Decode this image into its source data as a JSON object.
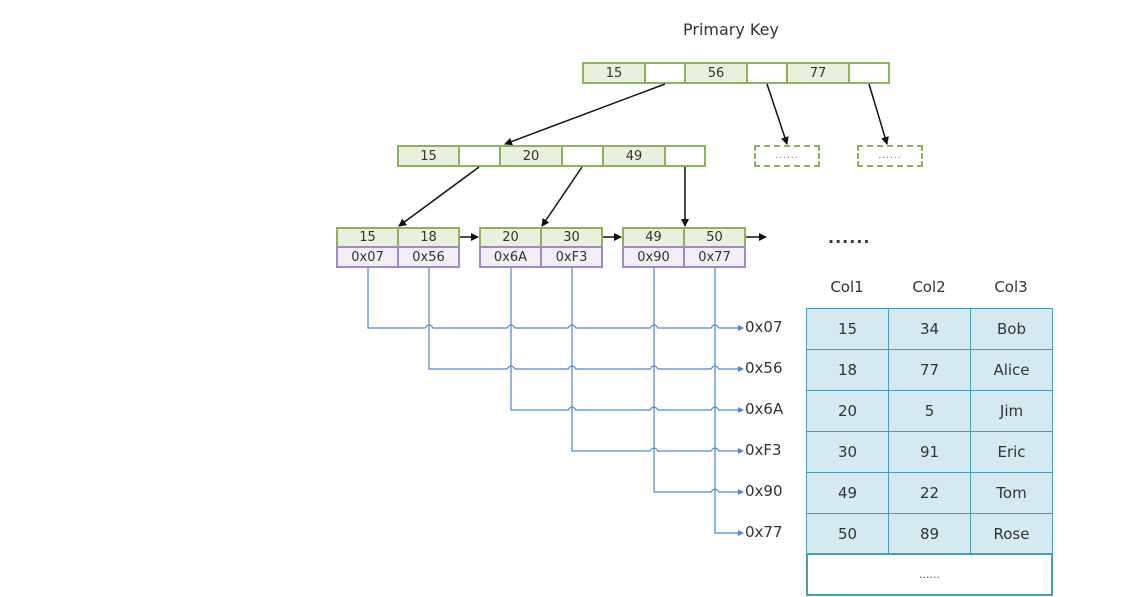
{
  "title": "Primary Key",
  "root_node": {
    "keys": [
      "15",
      "56",
      "77"
    ]
  },
  "internal_node": {
    "keys": [
      "15",
      "20",
      "49"
    ]
  },
  "placeholder_nodes": [
    "......",
    "......"
  ],
  "leaf_nodes": [
    {
      "keys": [
        "15",
        "18"
      ],
      "addrs": [
        "0x07",
        "0x56"
      ]
    },
    {
      "keys": [
        "20",
        "30"
      ],
      "addrs": [
        "0x6A",
        "0xF3"
      ]
    },
    {
      "keys": [
        "49",
        "50"
      ],
      "addrs": [
        "0x90",
        "0x77"
      ]
    }
  ],
  "leaf_ellipsis": "......",
  "address_labels": [
    "0x07",
    "0x56",
    "0x6A",
    "0xF3",
    "0x90",
    "0x77"
  ],
  "table": {
    "headers": [
      "Col1",
      "Col2",
      "Col3"
    ],
    "rows": [
      [
        "15",
        "34",
        "Bob"
      ],
      [
        "18",
        "77",
        "Alice"
      ],
      [
        "20",
        "5",
        "Jim"
      ],
      [
        "30",
        "91",
        "Eric"
      ],
      [
        "49",
        "22",
        "Tom"
      ],
      [
        "50",
        "89",
        "Rose"
      ]
    ],
    "footer": "......"
  },
  "colors": {
    "key_fill": "#e9f0dd",
    "node_border": "#8cb35a",
    "addr_fill": "#f1eef5",
    "addr_border": "#a589c2",
    "pointer_line": "#4a86d8",
    "table_fill": "#d5eaf0",
    "table_border": "#4a9db3"
  }
}
